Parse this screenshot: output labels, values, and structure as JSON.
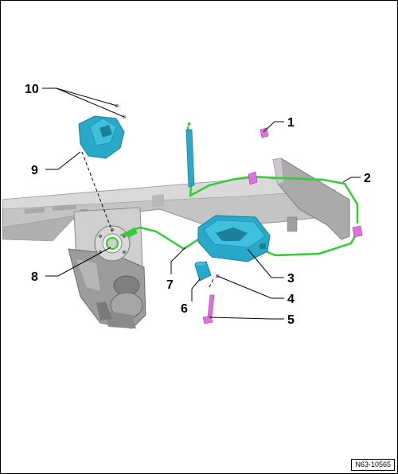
{
  "figure": {
    "reference_code": "N63-10565"
  },
  "callouts": [
    {
      "id": "1",
      "label": "1"
    },
    {
      "id": "2",
      "label": "2"
    },
    {
      "id": "3",
      "label": "3"
    },
    {
      "id": "4",
      "label": "4"
    },
    {
      "id": "5",
      "label": "5"
    },
    {
      "id": "6",
      "label": "6"
    },
    {
      "id": "7",
      "label": "7"
    },
    {
      "id": "8",
      "label": "8"
    },
    {
      "id": "9",
      "label": "9"
    },
    {
      "id": "10",
      "label": "10"
    }
  ],
  "colors": {
    "frame": "#b9b9b9",
    "frame_dark": "#8f8f8f",
    "frame_light": "#d6d6d6",
    "part_blue": "#29a9c9",
    "part_blue_dark": "#1d7f99",
    "harness_green": "#33cc33",
    "fastener_pink": "#e070e0"
  }
}
